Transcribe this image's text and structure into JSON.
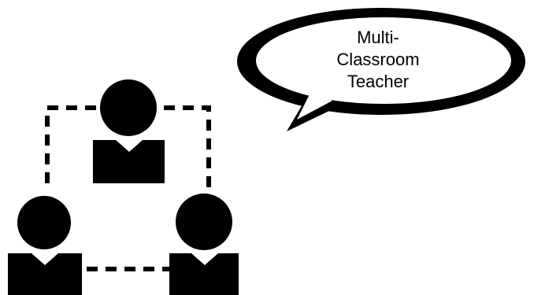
{
  "speech_bubble": {
    "lines": [
      "Multi-",
      "Classroom",
      "Teacher"
    ]
  },
  "icons": {
    "person": "person-icon",
    "connector": "dashed-connector"
  },
  "colors": {
    "figure": "#000000",
    "background": "#ffffff"
  }
}
